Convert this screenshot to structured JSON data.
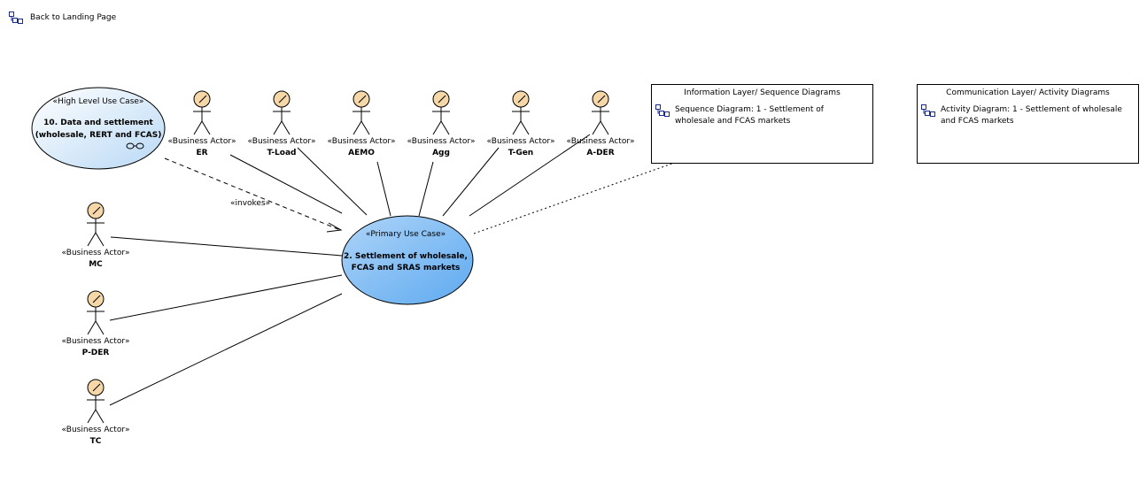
{
  "back_link": {
    "label": "Back to Landing Page",
    "icon": "diagram-link-icon"
  },
  "high_level_use_case": {
    "stereotype": "«High Level Use Case»",
    "name_line1": "10. Data and settlement",
    "name_line2": "(wholesale, RERT and FCAS)",
    "composite_icon": "composite-link-icon"
  },
  "primary_use_case": {
    "stereotype": "«Primary Use Case»",
    "name_line1": "2. Settlement of wholesale,",
    "name_line2": "FCAS and SRAS markets"
  },
  "actor_stereotype": "«Business Actor»",
  "top_actors": [
    "ER",
    "T-Load",
    "AEMO",
    "Agg",
    "T-Gen",
    "A-DER"
  ],
  "left_actors": [
    "MC",
    "P-DER",
    "TC"
  ],
  "invokes_label": "«invokes»",
  "info_box": {
    "title": "Information Layer/ Sequence Diagrams",
    "item_line1": "Sequence Diagram: 1 - Settlement of",
    "item_line2": "wholesale and FCAS markets",
    "icon": "diagram-link-icon"
  },
  "comm_box": {
    "title": "Communication Layer/ Activity Diagrams",
    "item_line1": "Activity Diagram: 1 - Settlement of wholesale",
    "item_line2": "and FCAS markets",
    "icon": "diagram-link-icon"
  },
  "colors": {
    "actor_head": "#f6d7a7",
    "hl_ellipse_fill_start": "#ffffff",
    "hl_ellipse_fill_end": "#b9d9f5",
    "primary_ellipse_fill_start": "#aed4f8",
    "primary_ellipse_fill_end": "#5eaaf0",
    "icon_blue": "#1a2a8a"
  }
}
